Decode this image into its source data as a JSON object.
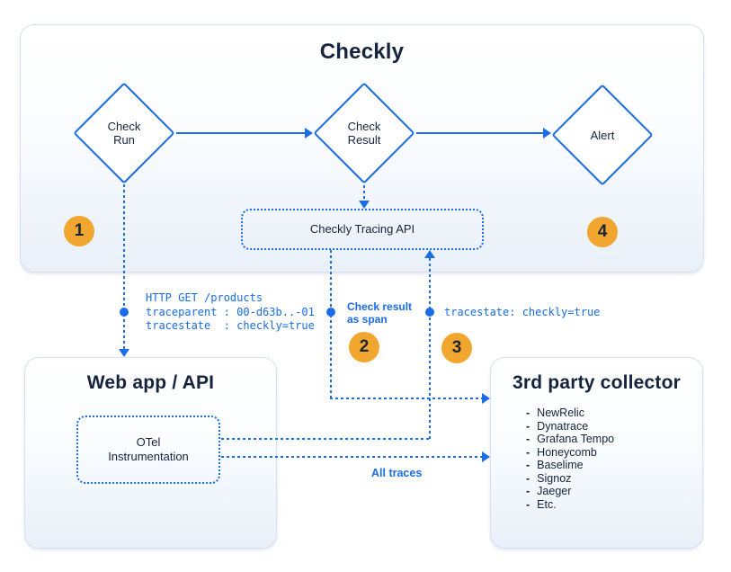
{
  "palette": {
    "blue": "#1A6CE7",
    "orange": "#F1A62F",
    "navy": "#15233D",
    "panel_border": "#D8E0EC"
  },
  "checkly": {
    "title": "Checkly",
    "nodes": [
      {
        "label": "Check\nRun"
      },
      {
        "label": "Check\nResult"
      },
      {
        "label": "Alert"
      }
    ],
    "tracing_api": "Checkly Tracing API"
  },
  "steps": [
    "1",
    "2",
    "3",
    "4"
  ],
  "annotations": {
    "http_request": "HTTP GET /products\ntraceparent : 00-d63b..-01\ntracestate  : checkly=true",
    "check_result_as_span": "Check result\nas span",
    "tracestate": "tracestate: checkly=true",
    "all_traces": "All traces"
  },
  "web_app": {
    "title": "Web app / API",
    "otel": "OTel\nInstrumentation"
  },
  "collector": {
    "title": "3rd party collector",
    "bullet": "-",
    "items": [
      "NewRelic",
      "Dynatrace",
      "Grafana Tempo",
      "Honeycomb",
      "Baselime",
      "Signoz",
      "Jaeger",
      "Etc."
    ]
  }
}
